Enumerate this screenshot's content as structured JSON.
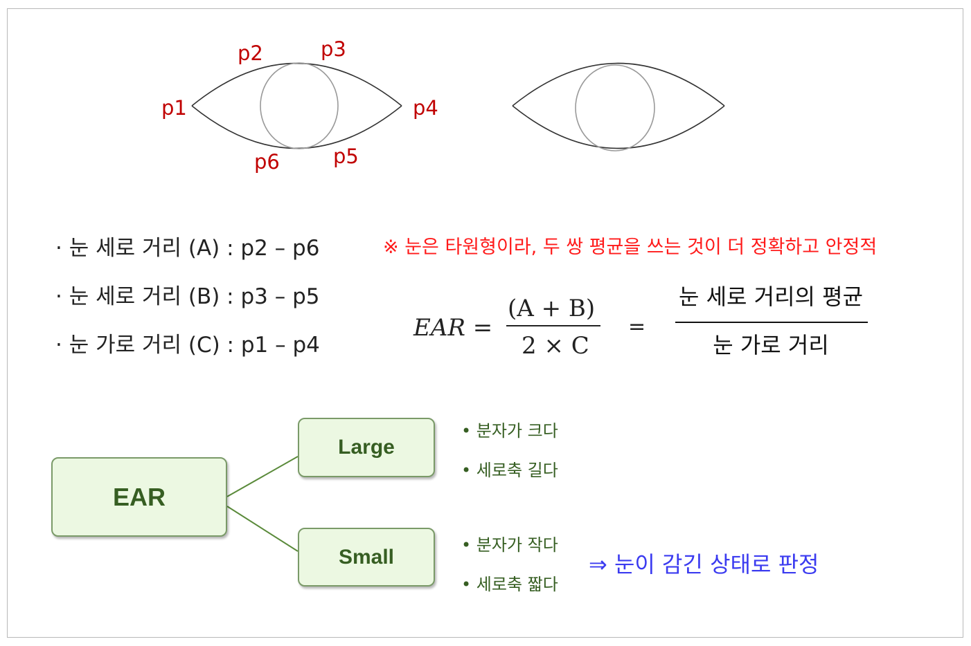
{
  "eye_labels": {
    "p1": "p1",
    "p2": "p2",
    "p3": "p3",
    "p4": "p4",
    "p5": "p5",
    "p6": "p6"
  },
  "definitions": [
    "· 눈 세로 거리 (A) : p2 – p6",
    "· 눈 세로 거리 (B) : p3 – p5",
    "· 눈 가로 거리 (C) : p1 – p4"
  ],
  "note": "※ 눈은 타원형이라, 두 쌍 평균을 쓰는 것이 더 정확하고 안정적",
  "formula": {
    "lhs": "EAR =",
    "numerator": "(A + B)",
    "denominator": "2 × C",
    "equals": "=",
    "word_numerator": "눈 세로 거리의 평균",
    "word_denominator": "눈 가로 거리"
  },
  "tree": {
    "root": "EAR",
    "large": {
      "label": "Large",
      "bullets": [
        "• 분자가 크다",
        "• 세로축 길다"
      ]
    },
    "small": {
      "label": "Small",
      "bullets": [
        "• 분자가 작다",
        "• 세로축 짧다"
      ]
    }
  },
  "conclusion": "⇒ 눈이 감긴 상태로 판정",
  "colors": {
    "point_label": "#c00000",
    "note": "#ff1a1a",
    "box_fill": "#ecf8e2",
    "box_text": "#365e22",
    "conclusion": "#3b3bf0",
    "connector": "#5a8a3a"
  }
}
